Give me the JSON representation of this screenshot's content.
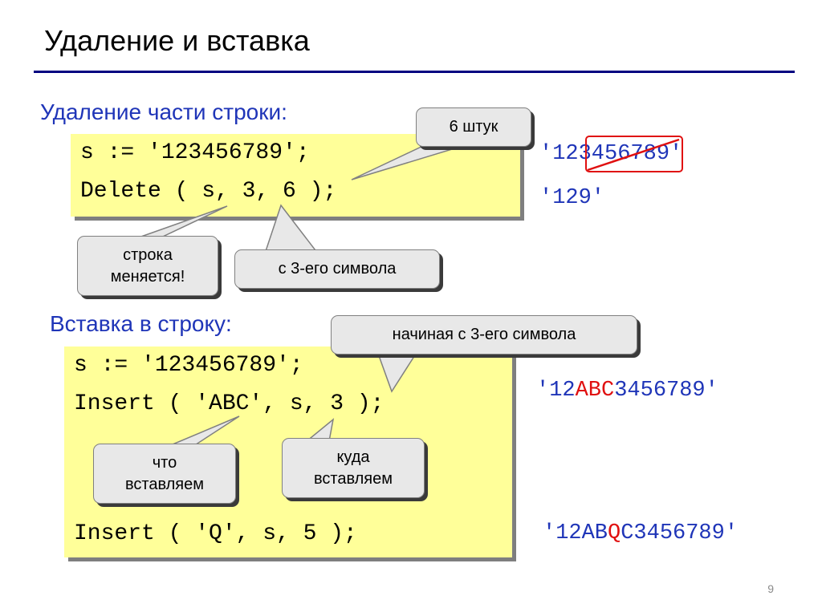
{
  "slide": {
    "title": "Удаление и вставка",
    "page_number": "9"
  },
  "delete_section": {
    "heading": "Удаление части строки:",
    "code": [
      "s := '123456789';",
      "Delete ( s, 3, 6 );"
    ],
    "result_before": {
      "prefix": "'12",
      "deleted": "345678",
      "suffix": "9'"
    },
    "result_after": "'129'",
    "callouts": {
      "count": "6 штук",
      "string_changes": [
        "строка",
        "меняется!"
      ],
      "from_third": "с 3-его символа"
    }
  },
  "insert_section": {
    "heading": "Вставка в строку:",
    "code": [
      "s := '123456789';",
      "Insert ( 'ABC', s, 3 );",
      "Insert ( 'Q', s, 5 );"
    ],
    "result1": {
      "prefix": "'12",
      "inserted": "ABC",
      "suffix": "3456789'"
    },
    "result2": {
      "prefix": "'12AB",
      "inserted": "Q",
      "suffix": "C3456789'"
    },
    "callouts": {
      "starting_from": "начиная с 3-его символа",
      "what": [
        "что",
        "вставляем"
      ],
      "where": [
        "куда",
        "вставляем"
      ]
    }
  },
  "colors": {
    "heading_blue": "#1f35b8",
    "code_background": "#ffff99",
    "rule": "#000080",
    "highlight_red": "#e01010",
    "callout_fill": "#e8e8e8"
  }
}
